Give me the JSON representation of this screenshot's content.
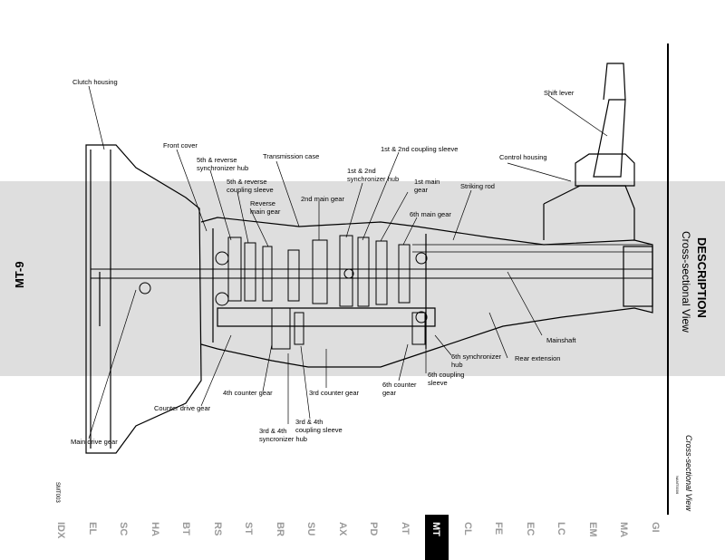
{
  "header": {
    "section_title": "DESCRIPTION",
    "subtitle": "Cross-sectional View",
    "page_number": "MT-9"
  },
  "side_notes": {
    "running_title": "Cross-sectional View",
    "doc_code": "NAMT0006",
    "figure_code": "SMT003"
  },
  "labels": {
    "clutch_housing": "Clutch housing",
    "front_cover": "Front cover",
    "fifth_rev_sync_hub": [
      "5th & reverse",
      "synchronizer hub"
    ],
    "fifth_rev_coupling_sleeve": [
      "5th & reverse",
      "coupling sleeve"
    ],
    "reverse_main_gear": [
      "Reverse",
      "main gear"
    ],
    "transmission_case": "Transmission case",
    "second_main_gear": "2nd main gear",
    "first_second_sync_hub": [
      "1st & 2nd",
      "synchronizer hub"
    ],
    "first_second_coupling_sleeve": "1st & 2nd coupling sleeve",
    "first_main_gear": [
      "1st main",
      "gear"
    ],
    "sixth_main_gear": "6th main gear",
    "striking_rod": "Striking rod",
    "control_housing": "Control housing",
    "shift_lever": "Shift lever",
    "mainshaft": "Mainshaft",
    "rear_extension": "Rear extension",
    "sixth_sync_hub": [
      "6th synchronizer",
      "hub"
    ],
    "sixth_coupling_sleeve": [
      "6th coupling",
      "sleeve"
    ],
    "sixth_counter_gear": [
      "6th counter",
      "gear"
    ],
    "third_counter_gear": "3rd counter gear",
    "fourth_counter_gear": "4th counter gear",
    "counter_drive_gear": "Counter drive gear",
    "main_drive_gear": "Main drive gear",
    "third_fourth_sync_hub": [
      "3rd & 4th",
      "syncronizer hub"
    ],
    "third_fourth_coupling_sleeve": [
      "3rd & 4th",
      "coupling sleeve"
    ]
  },
  "section_tabs": [
    {
      "label": "GI",
      "active": false
    },
    {
      "label": "MA",
      "active": false
    },
    {
      "label": "EM",
      "active": false
    },
    {
      "label": "LC",
      "active": false
    },
    {
      "label": "EC",
      "active": false
    },
    {
      "label": "FE",
      "active": false
    },
    {
      "label": "CL",
      "active": false
    },
    {
      "label": "MT",
      "active": true
    },
    {
      "label": "AT",
      "active": false
    },
    {
      "label": "PD",
      "active": false
    },
    {
      "label": "AX",
      "active": false
    },
    {
      "label": "SU",
      "active": false
    },
    {
      "label": "BR",
      "active": false
    },
    {
      "label": "ST",
      "active": false
    },
    {
      "label": "RS",
      "active": false
    },
    {
      "label": "BT",
      "active": false
    },
    {
      "label": "HA",
      "active": false
    },
    {
      "label": "SC",
      "active": false
    },
    {
      "label": "EL",
      "active": false
    },
    {
      "label": "IDX",
      "active": false
    }
  ]
}
